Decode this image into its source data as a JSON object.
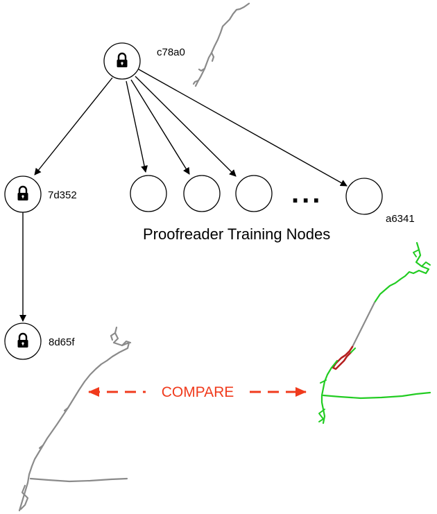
{
  "colors": {
    "background": "#ffffff",
    "node_stroke": "#000000",
    "edge": "#000000",
    "compare": "#f03a1c",
    "neuron_gray": "#8a8a8a",
    "neuron_green": "#22cc22",
    "neuron_red": "#b52020"
  },
  "nodes": {
    "root": {
      "id": "c78a0",
      "icon": "lock-icon"
    },
    "left_child": {
      "id": "7d352",
      "icon": "lock-icon"
    },
    "left_grandchild": {
      "id": "8d65f",
      "icon": "lock-icon"
    },
    "last_training": {
      "id": "a6341"
    }
  },
  "training_nodes": {
    "title": "Proofreader Training Nodes",
    "ellipsis": "..."
  },
  "compare": {
    "label": "COMPARE"
  }
}
